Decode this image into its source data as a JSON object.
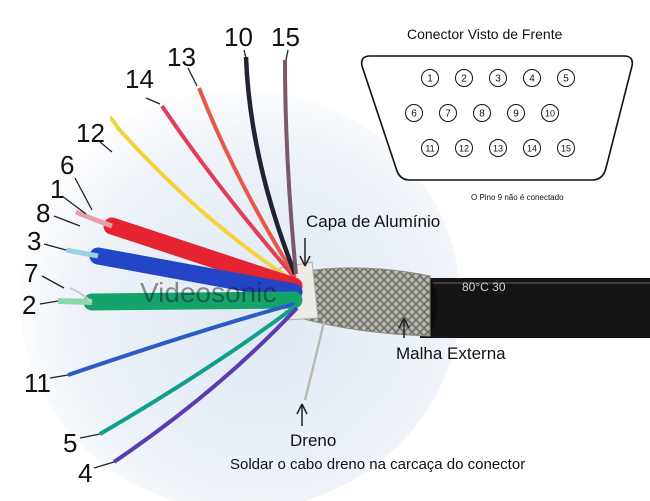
{
  "wire_numbers": [
    "1",
    "2",
    "3",
    "4",
    "5",
    "6",
    "7",
    "8",
    "10",
    "11",
    "12",
    "13",
    "14",
    "15"
  ],
  "wire_colors": {
    "red": "#e52432",
    "blue": "#2346c8",
    "green": "#13a36b",
    "yellow": "#f3d23b",
    "purple": "#5b3bb1",
    "teal": "#109f8a",
    "black": "#222233",
    "brown": "#7a5a6a",
    "salmon": "#e8584a",
    "pink": "#e33d5a",
    "cable": "#141414"
  },
  "labels": {
    "foil": "Capa de Alumínio",
    "braid": "Malha Externa",
    "drain": "Dreno",
    "instruction": "Soldar o cabo dreno na carcaça do conector",
    "watermark": "Videosonic",
    "cable_print": "80°C  30"
  },
  "connector": {
    "title": "Conector Visto de Frente",
    "row1": [
      "1",
      "2",
      "3",
      "4",
      "5"
    ],
    "row2": [
      "6",
      "7",
      "8",
      "9",
      "10"
    ],
    "row3": [
      "11",
      "12",
      "13",
      "14",
      "15"
    ],
    "note": "O Pino 9 não é conectado"
  }
}
